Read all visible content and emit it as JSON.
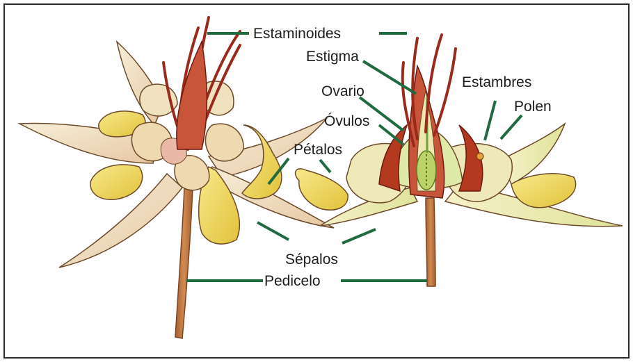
{
  "labels": {
    "estaminoides": "Estaminoides",
    "estigma": "Estigma",
    "ovario": "Ovario",
    "ovulos": "Óvulos",
    "estambres": "Estambres",
    "polen": "Polen",
    "petalos": "Pétalos",
    "sepalos": "Sépalos",
    "pedicelo": "Pedicelo"
  },
  "colors": {
    "leader": "#1f6b3f",
    "sepal": "#f3ead0",
    "sepal_shade": "#e8c9a6",
    "petal_yellow": "#f2dc6a",
    "petal_cream": "#f4eec2",
    "stamen_red": "#9b2a1c",
    "stamen_mid": "#c8543a",
    "stem": "#c47a44",
    "green_inner": "#cfe08a",
    "green_dark": "#9cbf4a"
  }
}
